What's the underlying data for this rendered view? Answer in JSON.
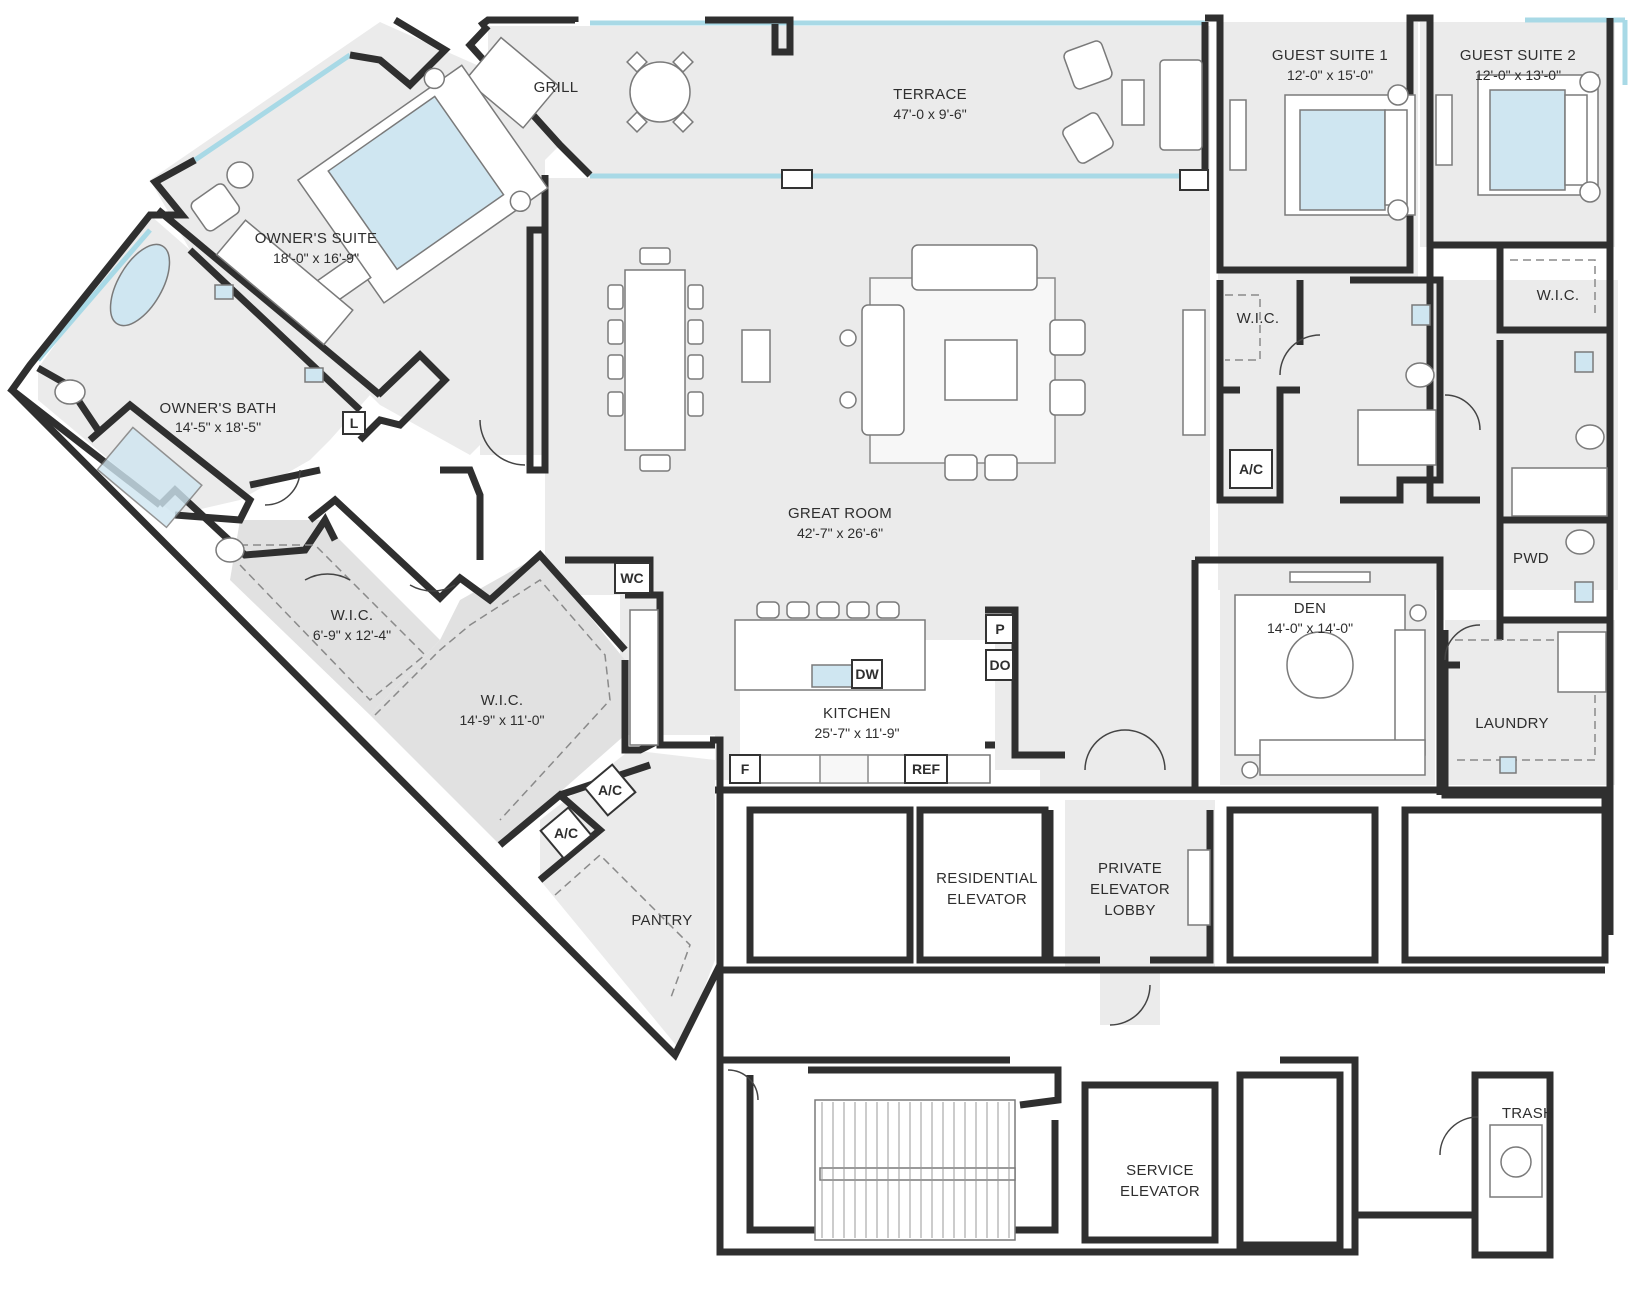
{
  "rooms": {
    "terrace": {
      "name": "TERRACE",
      "dims": "47'-0 x 9'-6\""
    },
    "grill": {
      "name": "GRILL"
    },
    "owners_suite": {
      "name": "OWNER'S SUITE",
      "dims": "18'-0\" x 16'-9\""
    },
    "owners_bath": {
      "name": "OWNER'S BATH",
      "dims": "14'-5\" x 18'-5\""
    },
    "wic_small": {
      "name": "W.I.C.",
      "dims": "6'-9\" x 12'-4\""
    },
    "wic_large": {
      "name": "W.I.C.",
      "dims": "14'-9\" x 11'-0\""
    },
    "great_room": {
      "name": "GREAT ROOM",
      "dims": "42'-7\" x 26'-6\""
    },
    "kitchen": {
      "name": "KITCHEN",
      "dims": "25'-7\" x 11'-9\""
    },
    "pantry": {
      "name": "PANTRY"
    },
    "guest_suite_1": {
      "name": "GUEST SUITE 1",
      "dims": "12'-0\" x 15'-0\""
    },
    "guest_suite_2": {
      "name": "GUEST SUITE 2",
      "dims": "12'-0\" x 13'-0\""
    },
    "wic_guest1": {
      "name": "W.I.C."
    },
    "wic_guest2": {
      "name": "W.I.C."
    },
    "den": {
      "name": "DEN",
      "dims": "14'-0\" x 14'-0\""
    },
    "pwd": {
      "name": "PWD"
    },
    "laundry": {
      "name": "LAUNDRY"
    },
    "residential_elevator": {
      "line1": "RESIDENTIAL",
      "line2": "ELEVATOR"
    },
    "private_elevator_lobby": {
      "line1": "PRIVATE",
      "line2": "ELEVATOR",
      "line3": "LOBBY"
    },
    "service_elevator": {
      "line1": "SERVICE",
      "line2": "ELEVATOR"
    },
    "trash": {
      "name": "TRASH"
    }
  },
  "tags": {
    "wc": "WC",
    "p": "P",
    "do": "DO",
    "dw": "DW",
    "f": "F",
    "ref": "REF",
    "ac_guest": "A/C",
    "ac_pantry_1": "A/C",
    "ac_pantry_2": "A/C",
    "l": "L"
  },
  "colors": {
    "floor": "#ebebeb",
    "wall": "#2f2f2f",
    "glass": "#a8d9e6",
    "bed": "#cfe6f1"
  }
}
